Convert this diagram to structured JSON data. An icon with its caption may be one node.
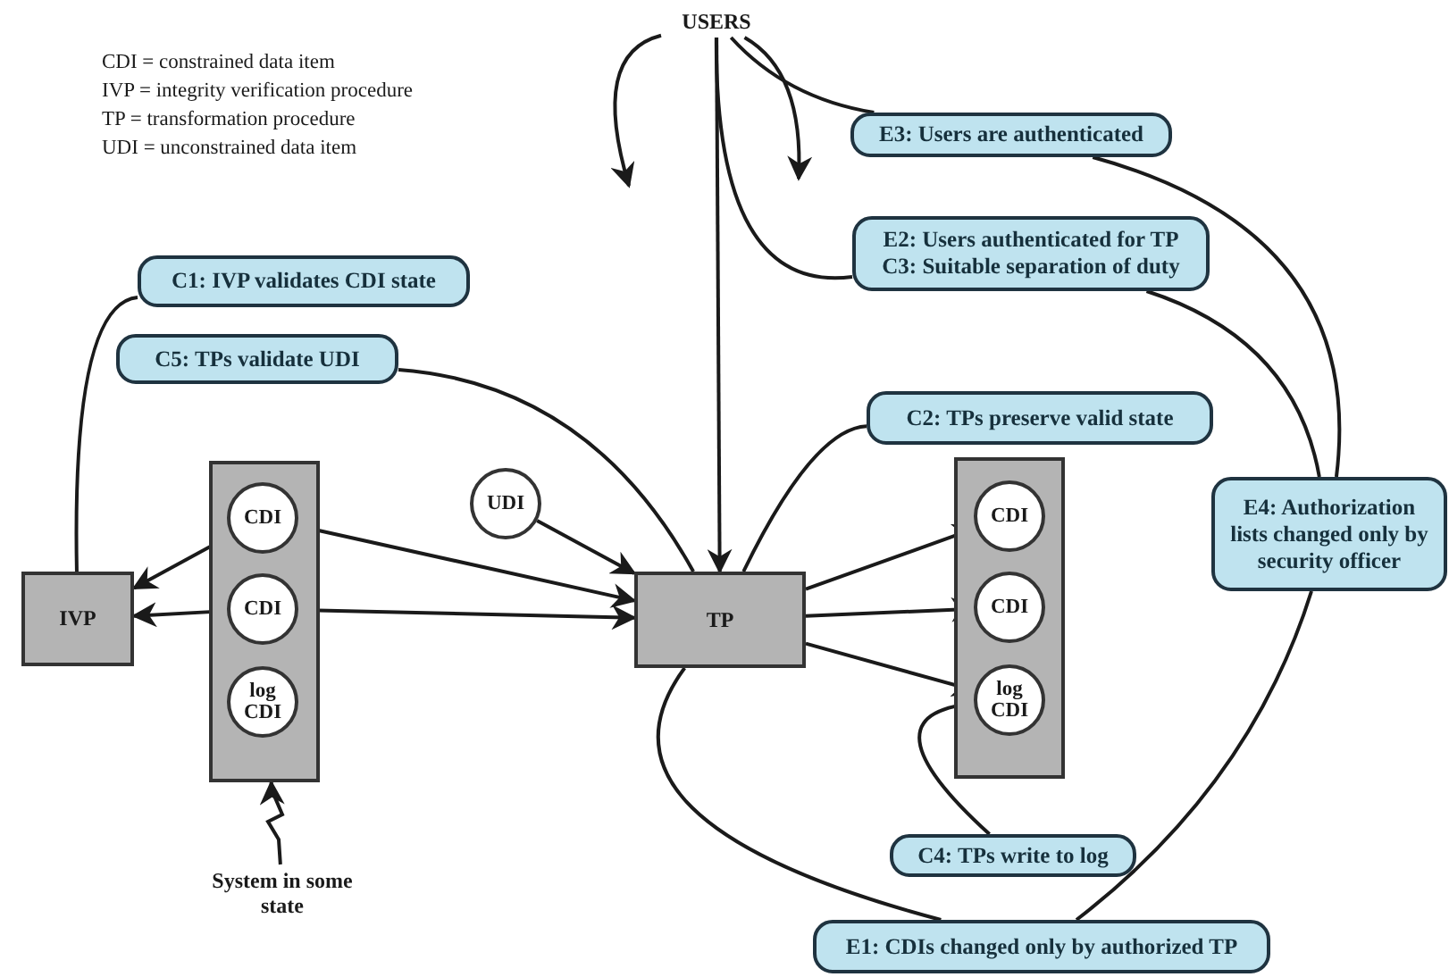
{
  "diagram": {
    "nodes": [
      {
        "text": [
          "USERS"
        ]
      },
      {
        "text": [
          "C1: IVP validates CDI state"
        ]
      },
      {
        "text": [
          "C5: TPs validate UDI"
        ]
      },
      {
        "text": [
          "E3: Users are authenticated"
        ]
      },
      {
        "text": [
          "E2: Users authenticated for TP",
          "C3: Suitable separation of duty"
        ]
      },
      {
        "text": [
          "C2: TPs preserve valid state"
        ]
      },
      {
        "text": [
          "E4: Authorization lists changed only by security officer"
        ]
      },
      {
        "text": [],
        "shape": "box"
      },
      {
        "text": [
          "CDI"
        ],
        "in": 7
      },
      {
        "text": [
          "CDI"
        ],
        "in": 7
      },
      {
        "text": [
          "log CDI"
        ],
        "in": 7
      },
      {
        "text": [
          "IVP"
        ]
      },
      {
        "text": [
          "UDI"
        ]
      },
      {
        "text": [
          "TP"
        ]
      },
      {
        "text": [],
        "shape": "box"
      },
      {
        "text": [
          "CDI"
        ],
        "in": 14
      },
      {
        "text": [
          "CDI"
        ],
        "in": 14
      },
      {
        "text": [
          "log CDI"
        ],
        "in": 14
      },
      {
        "text": [
          "System in some state"
        ]
      },
      {
        "text": [
          "C4: TPs write to log"
        ]
      },
      {
        "text": [
          "E1: CDIs changed only by authorized TP"
        ]
      }
    ],
    "edges": [
      {
        "from": 0,
        "to": 13,
        "arrow": "to"
      },
      {
        "from": 0,
        "to": null,
        "arrow": "to"
      },
      {
        "from": 0,
        "to": null,
        "arrow": "to"
      },
      {
        "from": 8,
        "to": 11,
        "arrow": "to"
      },
      {
        "from": 9,
        "to": 11,
        "arrow": "to"
      },
      {
        "from": 8,
        "to": 13,
        "arrow": "to"
      },
      {
        "from": 9,
        "to": 13,
        "arrow": "to"
      },
      {
        "from": 12,
        "to": 13,
        "arrow": "to"
      },
      {
        "from": 13,
        "to": 15,
        "arrow": "to"
      },
      {
        "from": 13,
        "to": 16,
        "arrow": "to"
      },
      {
        "from": 13,
        "to": 17,
        "arrow": "to"
      },
      {
        "from": 18,
        "to": 7,
        "arrow": "to"
      },
      {
        "from": 1,
        "to": 11,
        "arrow": "none"
      },
      {
        "from": 2,
        "to": 13,
        "arrow": "none"
      },
      {
        "from": 3,
        "to": 0,
        "arrow": "none"
      },
      {
        "from": 4,
        "to": 0,
        "arrow": "none"
      },
      {
        "from": 6,
        "to": 3,
        "arrow": "none"
      },
      {
        "from": 6,
        "to": 4,
        "arrow": "none"
      },
      {
        "from": 5,
        "to": 13,
        "arrow": "none"
      },
      {
        "from": 19,
        "to": 17,
        "arrow": "none"
      },
      {
        "from": 20,
        "to": 13,
        "arrow": "none"
      },
      {
        "from": 6,
        "to": 20,
        "arrow": "none"
      }
    ],
    "labels": [
      "CDI = constrained data item",
      "IVP = integrity verification procedure",
      "TP = transformation procedure",
      "UDI = unconstrained data item"
    ]
  }
}
